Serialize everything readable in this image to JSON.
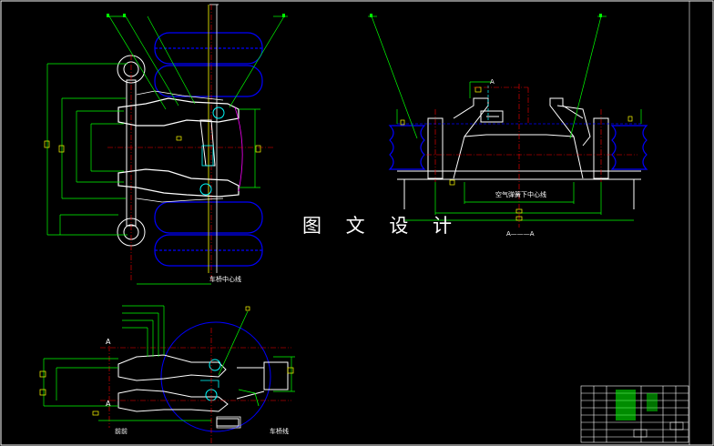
{
  "watermark": "图 文 设 计",
  "labels": {
    "axle_center_line": "车桥中心线",
    "air_spring_center": "空气弹簧下中心线",
    "section": "A———A",
    "front": "前前",
    "axle_line": "车桥线",
    "section_mark": "A"
  },
  "colors": {
    "background": "#000000",
    "outline": "#ffffff",
    "leader": "#00ff00",
    "dimension": "#00ff00",
    "bellows": "#0000ff",
    "centerline": "#ff0000",
    "detail": "#00ffff",
    "accent": "#ff00ff",
    "tag": "#ffff00"
  }
}
